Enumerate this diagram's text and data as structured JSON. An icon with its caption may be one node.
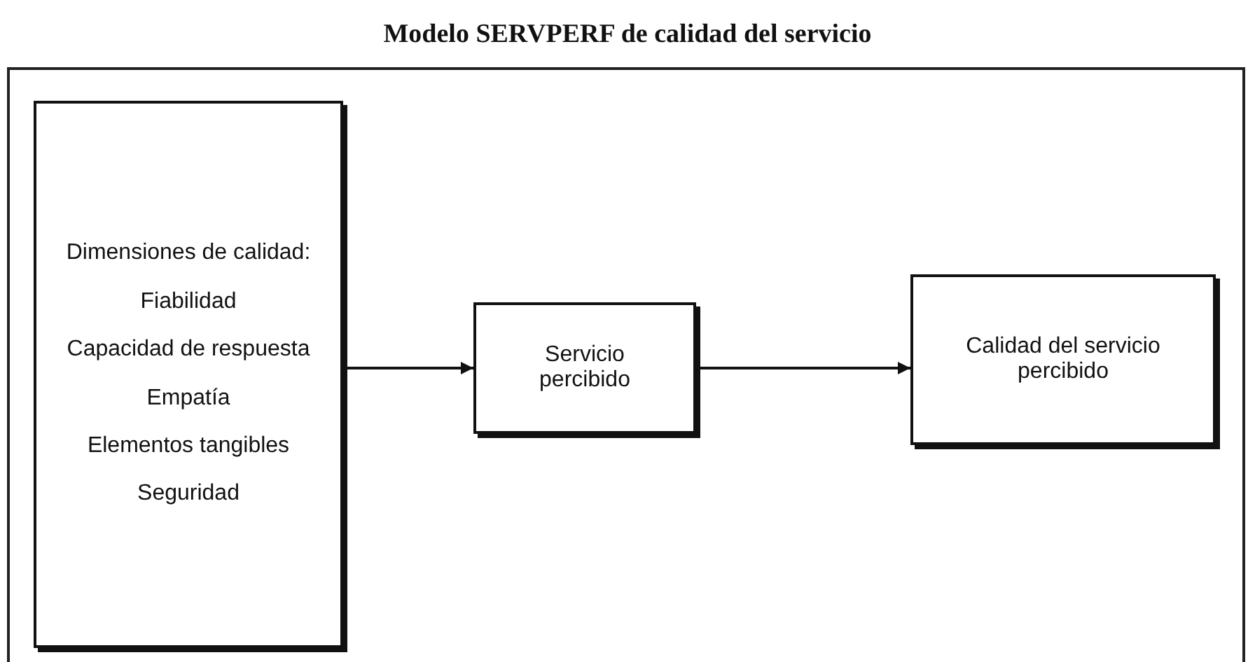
{
  "diagram": {
    "title": "Modelo SERVPERF de calidad del servicio",
    "nodes": [
      {
        "text": [
          "Dimensiones de calidad:",
          "Fiabilidad",
          "Capacidad de respuesta",
          "Empatía",
          "Elementos tangibles",
          "Seguridad"
        ]
      },
      {
        "text": [
          "Servicio percibido"
        ]
      },
      {
        "text": [
          "Calidad del servicio percibido"
        ]
      }
    ],
    "edges": [
      {
        "from": 0,
        "to": 1,
        "arrow": "to"
      },
      {
        "from": 1,
        "to": 2,
        "arrow": "to"
      }
    ]
  }
}
